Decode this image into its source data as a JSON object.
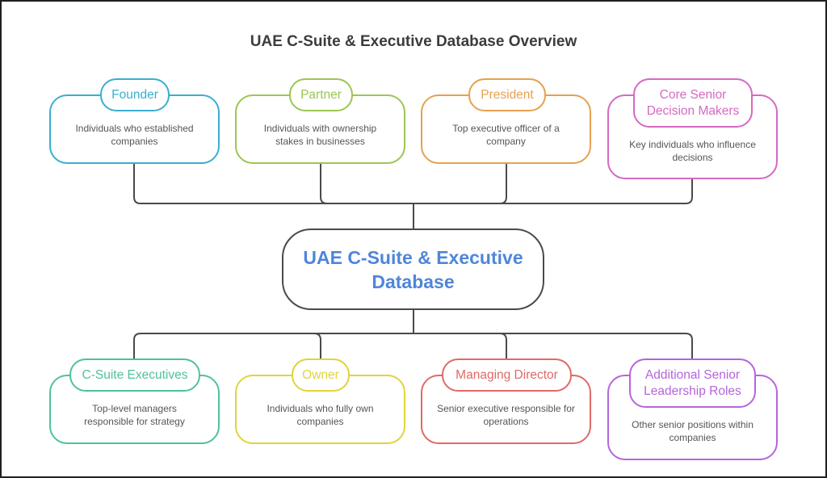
{
  "title": "UAE C-Suite & Executive Database Overview",
  "center": {
    "label": "UAE C-Suite & Executive Database",
    "color": "#4f86d9"
  },
  "top_nodes": [
    {
      "label": "Founder",
      "description": "Individuals who established companies",
      "color": "#3aaed0"
    },
    {
      "label": "Partner",
      "description": "Individuals with ownership stakes in businesses",
      "color": "#9bc653"
    },
    {
      "label": "President",
      "description": "Top executive officer of a company",
      "color": "#e7a04f"
    },
    {
      "label": "Core Senior Decision Makers",
      "description": "Key individuals who influence decisions",
      "color": "#d669c2"
    }
  ],
  "bottom_nodes": [
    {
      "label": "C-Suite Executives",
      "description": "Top-level managers responsible for strategy",
      "color": "#4fc299"
    },
    {
      "label": "Owner",
      "description": "Individuals who fully own companies",
      "color": "#e0d43b"
    },
    {
      "label": "Managing Director",
      "description": "Senior executive responsible for operations",
      "color": "#df6a66"
    },
    {
      "label": "Additional Senior Leadership Roles",
      "description": "Other senior positions within companies",
      "color": "#b565dc"
    }
  ],
  "connector_color": "#4a4a4a"
}
